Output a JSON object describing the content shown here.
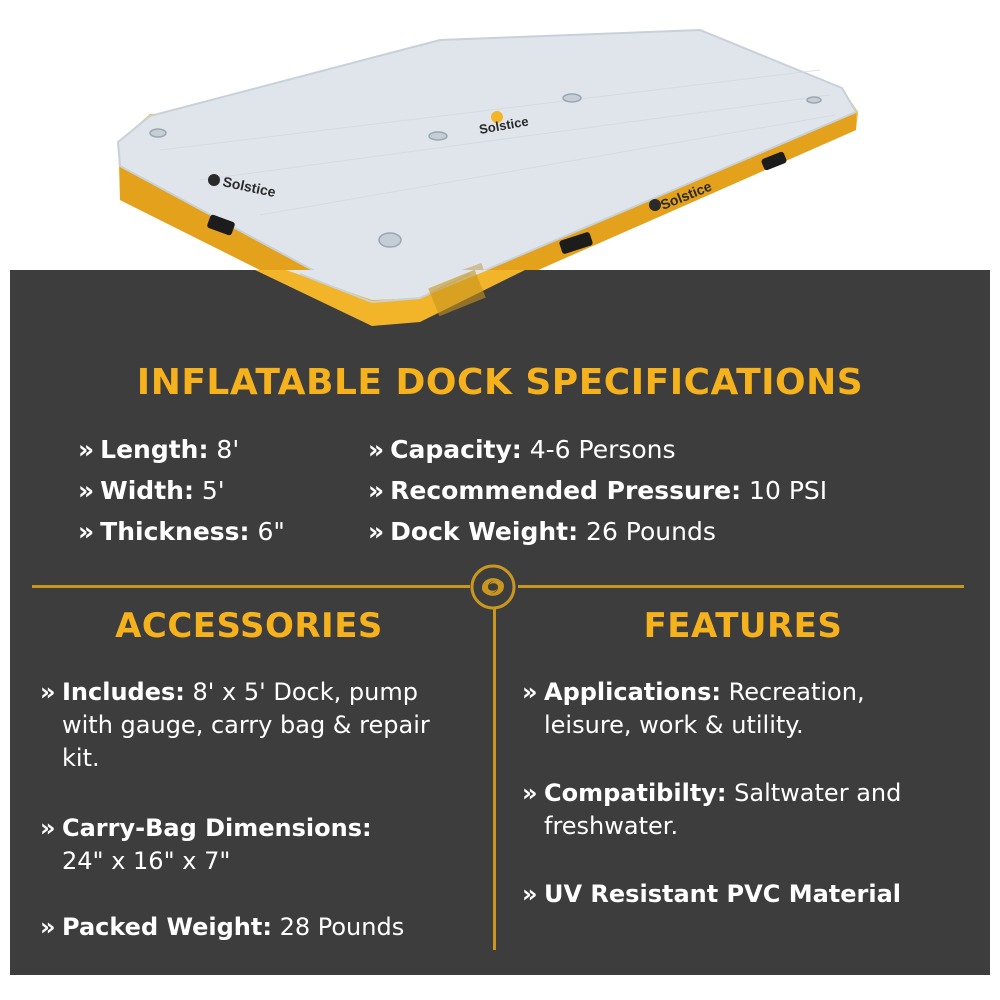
{
  "product": {
    "brand": "Solstice",
    "colors": {
      "accent": "#f5b21c",
      "panel": "#3d3d3d",
      "dock_top": "#dfe5ea",
      "dock_side": "#f2b52a"
    }
  },
  "title": "INFLATABLE DOCK SPECIFICATIONS",
  "specs_left": [
    {
      "label": "Length:",
      "value": " 8'"
    },
    {
      "label": "Width:",
      "value": " 5'"
    },
    {
      "label": "Thickness:",
      "value": " 6\""
    }
  ],
  "specs_right": [
    {
      "label": "Capacity:",
      "value": " 4-6 Persons"
    },
    {
      "label": "Recommended Pressure:",
      "value": " 10 PSI"
    },
    {
      "label": "Dock Weight:",
      "value": " 26 Pounds"
    }
  ],
  "bullet": "»",
  "accessories": {
    "title": "ACCESSORIES",
    "items": [
      {
        "label": "Includes:",
        "text": " 8' x 5' Dock, pump with gauge, carry bag & repair kit."
      },
      {
        "label": "Carry-Bag Dimensions:",
        "text": " 24\" x 16\" x 7\""
      },
      {
        "label": "Packed Weight:",
        "text": " 28 Pounds"
      }
    ]
  },
  "features": {
    "title": "FEATURES",
    "items": [
      {
        "label": "Applications:",
        "text": " Recreation, leisure, work & utility."
      },
      {
        "label": "Compatibilty:",
        "text": " Saltwater and freshwater."
      },
      {
        "label": "UV Resistant PVC Material",
        "text": ""
      }
    ]
  }
}
